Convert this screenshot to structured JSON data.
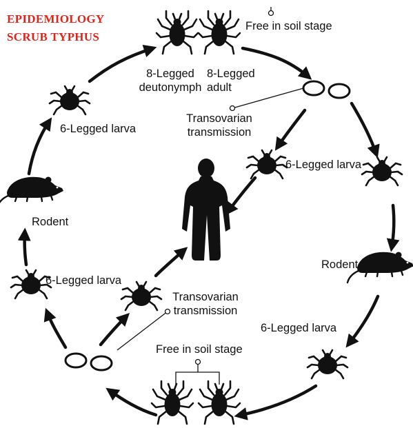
{
  "title": {
    "line1": "EPIDEMIOLOGY",
    "line2": "SCRUB TYPHUS",
    "color": "#e2231a"
  },
  "labels": {
    "free_soil_top": "Free in soil stage",
    "deutonymph_line1": "8-Legged",
    "deutonymph_line2": "deutonymph",
    "adult_line1": "8-Legged",
    "adult_line2": "adult",
    "larva_upper_left": "6-Legged larva",
    "transovarian_top_line1": "Transovarian",
    "transovarian_top_line2": "transmission",
    "larva_center_right": "6-Legged larva",
    "rodent_left": "Rodent",
    "rodent_right": "Rodent",
    "larva_lower_left": "6-Legged larva",
    "transovarian_bottom_line1": "Transovarian",
    "transovarian_bottom_line2": "transmission",
    "larva_lower_right": "6-Legged larva",
    "free_soil_bottom": "Free in soil stage"
  },
  "colors": {
    "ink": "#111111",
    "background": "#ffffff"
  },
  "icons": {
    "mite": "mite-icon",
    "rodent": "rodent-icon",
    "human": "human-silhouette-icon",
    "egg": "egg-icon"
  }
}
